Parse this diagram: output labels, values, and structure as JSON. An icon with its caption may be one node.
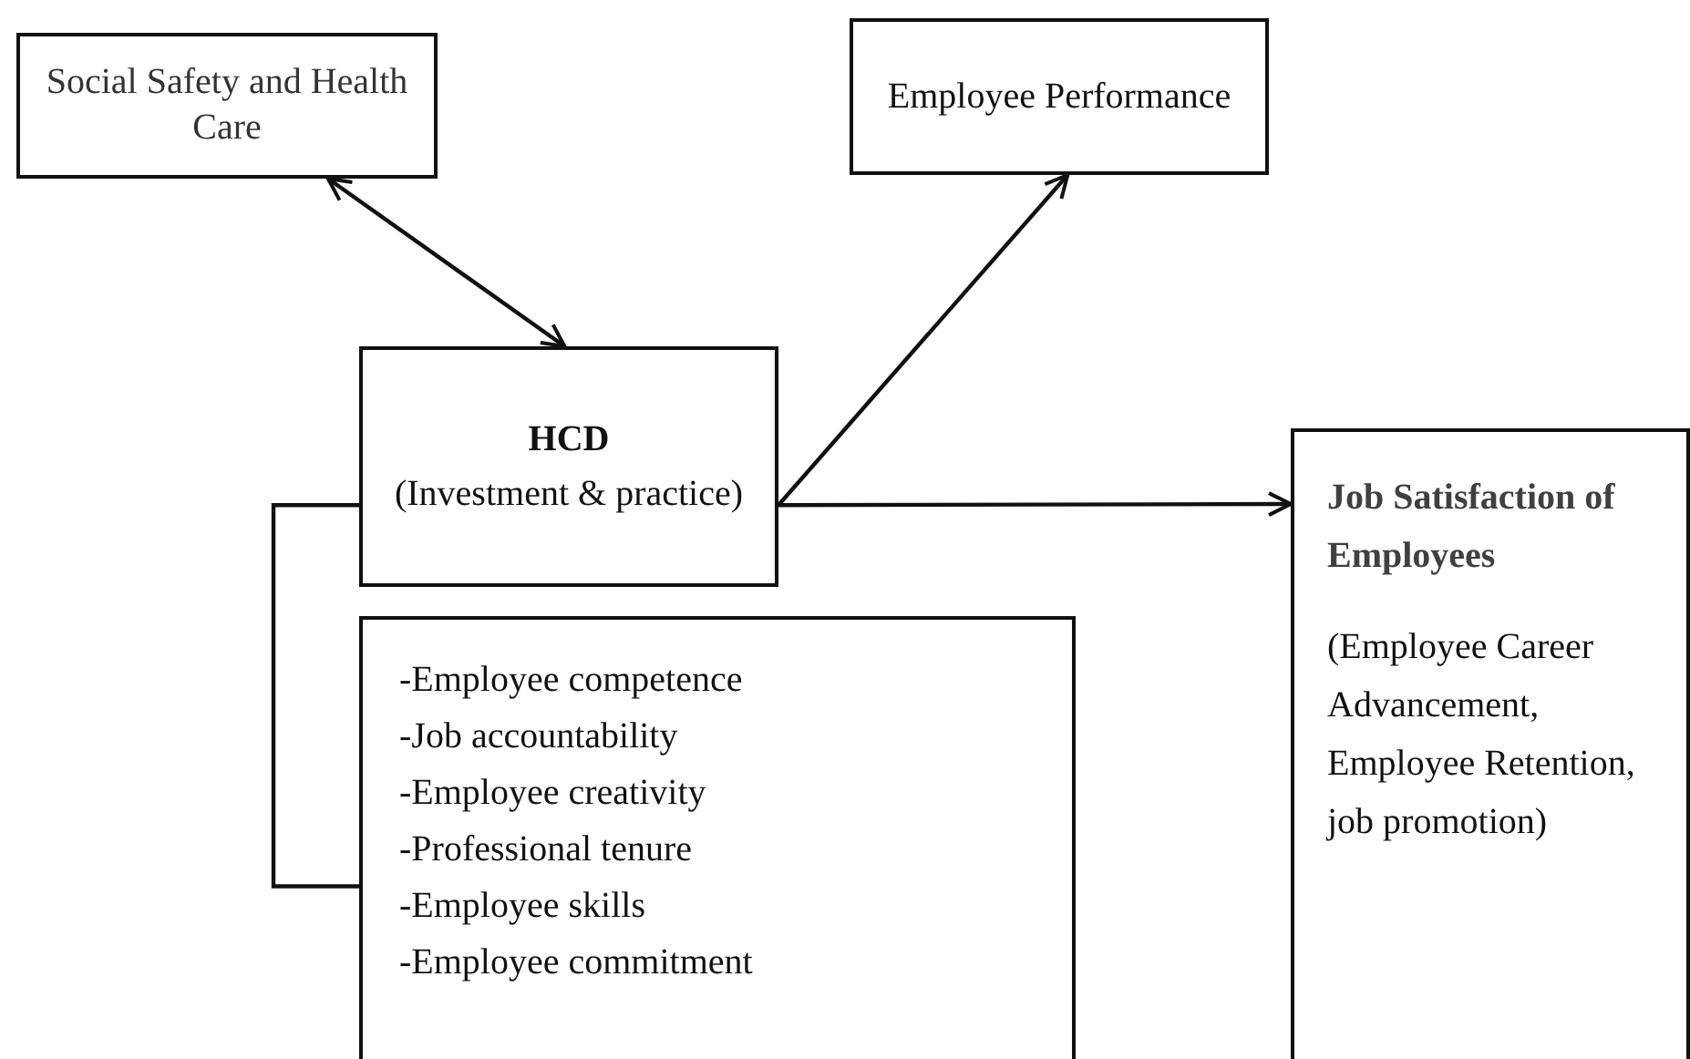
{
  "diagram": {
    "nodes": [
      {
        "text": [
          "Social Safety and Health Care"
        ]
      },
      {
        "text": [
          "Employee Performance"
        ]
      },
      {
        "text": [
          "HCD",
          "(Investment & practice)"
        ]
      },
      {
        "text": [
          "-Employee competence",
          "-Job accountability",
          "-Employee creativity",
          "-Professional tenure",
          "-Employee skills",
          "-Employee commitment"
        ]
      },
      {
        "text": [
          "Job Satisfaction of Employees",
          "(Employee Career Advancement, Employee Retention, job promotion)"
        ]
      }
    ],
    "edges": [
      {
        "from": 0,
        "to": 2,
        "arrow": "both"
      },
      {
        "from": 2,
        "to": 1,
        "arrow": "to"
      },
      {
        "from": 2,
        "to": 4,
        "arrow": "to"
      },
      {
        "from": 2,
        "to": 3,
        "arrow": "none"
      }
    ]
  }
}
